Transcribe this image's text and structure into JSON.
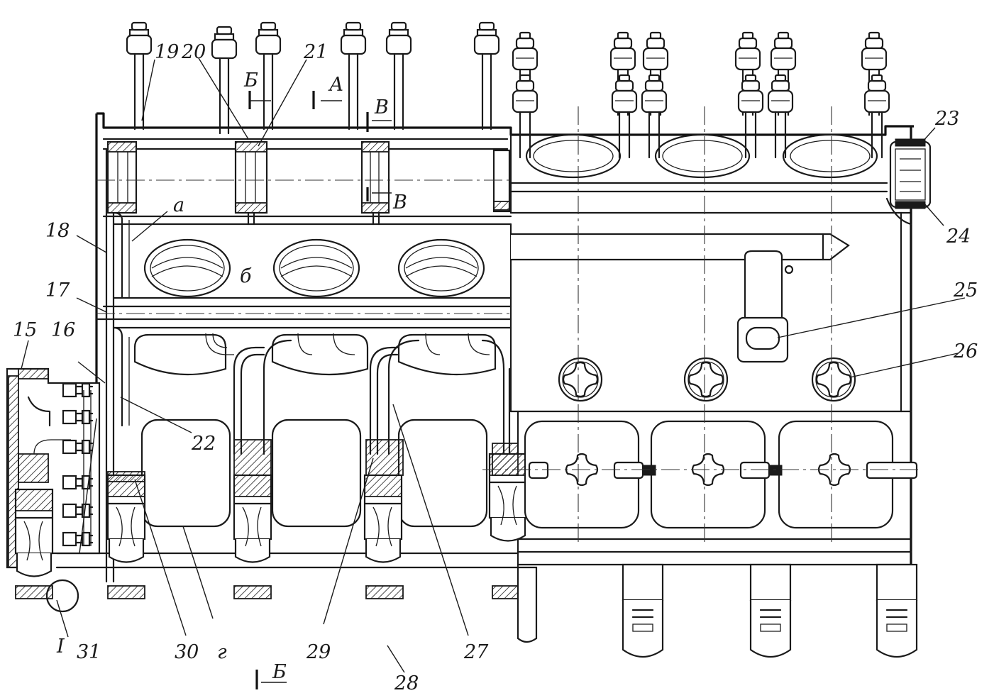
{
  "callouts": {
    "c15": "15",
    "c16": "16",
    "c17": "17",
    "c18": "18",
    "c19": "19",
    "c20": "20",
    "c21": "21",
    "c22": "22",
    "c23": "23",
    "c24": "24",
    "c25": "25",
    "c26": "26",
    "c27": "27",
    "c28": "28",
    "c29": "29",
    "c30": "30",
    "c31": "31",
    "roman1": "I",
    "zone_a": "а",
    "zone_b": "б",
    "zone_g": "г"
  },
  "section_marks": {
    "b_top": "Б",
    "a_top": "А",
    "v_top": "В",
    "v_mid": "В",
    "b_bottom": "Б"
  }
}
